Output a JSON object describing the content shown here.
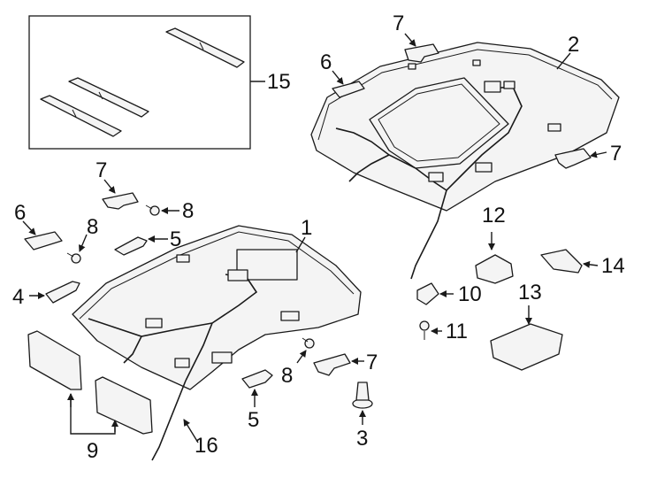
{
  "diagram": {
    "callouts": {
      "c1": "1",
      "c2": "2",
      "c3": "3",
      "c4": "4",
      "c5a": "5",
      "c5b": "5",
      "c6a": "6",
      "c6b": "6",
      "c7a": "7",
      "c7b": "7",
      "c7c": "7",
      "c7d": "7",
      "c8a": "8",
      "c8b": "8",
      "c8c": "8",
      "c9": "9",
      "c10": "10",
      "c11": "11",
      "c12": "12",
      "c13": "13",
      "c14": "14",
      "c15": "15",
      "c16": "16"
    }
  }
}
